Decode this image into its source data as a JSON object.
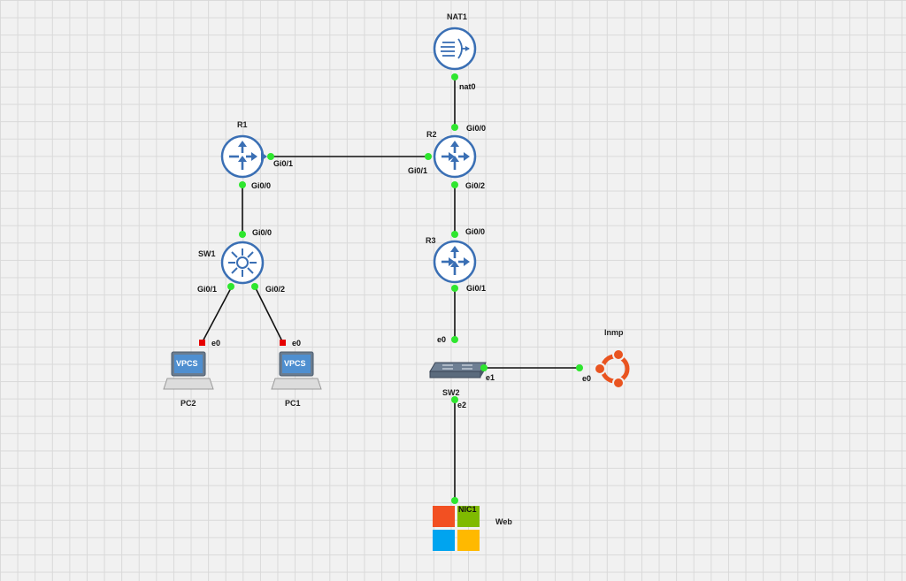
{
  "nodes": {
    "nat1": {
      "label": "NAT1",
      "icon": "nat-cloud-icon"
    },
    "r1": {
      "label": "R1",
      "icon": "router-icon"
    },
    "r2": {
      "label": "R2",
      "icon": "router-icon"
    },
    "r3": {
      "label": "R3",
      "icon": "router-icon"
    },
    "sw1": {
      "label": "SW1",
      "icon": "multilayer-switch-icon"
    },
    "sw2": {
      "label": "SW2",
      "icon": "ethernet-switch-icon"
    },
    "pc1": {
      "label": "PC1",
      "icon": "vpcs-laptop-icon",
      "badge": "VPCS"
    },
    "pc2": {
      "label": "PC2",
      "icon": "vpcs-laptop-icon",
      "badge": "VPCS"
    },
    "lnmp": {
      "label": "lnmp",
      "icon": "ubuntu-icon"
    },
    "web": {
      "label": "Web",
      "icon": "windows-icon"
    }
  },
  "ports": {
    "nat1_nat0": "nat0",
    "r2_gi00": "Gi0/0",
    "r2_gi01": "Gi0/1",
    "r2_gi02": "Gi0/2",
    "r1_gi01": "Gi0/1",
    "r1_gi00": "Gi0/0",
    "sw1_gi00": "Gi0/0",
    "sw1_gi01": "Gi0/1",
    "sw1_gi02": "Gi0/2",
    "pc2_e0": "e0",
    "pc1_e0": "e0",
    "r3_gi00": "Gi0/0",
    "r3_gi01": "Gi0/1",
    "sw2_e0": "e0",
    "sw2_e1": "e1",
    "sw2_e2": "e2",
    "lnmp_e0": "e0",
    "web_nic1": "NIC1"
  },
  "colors": {
    "port_up": "#2ee62e",
    "port_down": "#e60000",
    "router_blue": "#3a6fb4",
    "ubuntu_orange": "#e95420",
    "win_red": "#f25022",
    "win_green": "#7fba00",
    "win_blue": "#00a4ef",
    "win_yellow": "#ffb900"
  }
}
